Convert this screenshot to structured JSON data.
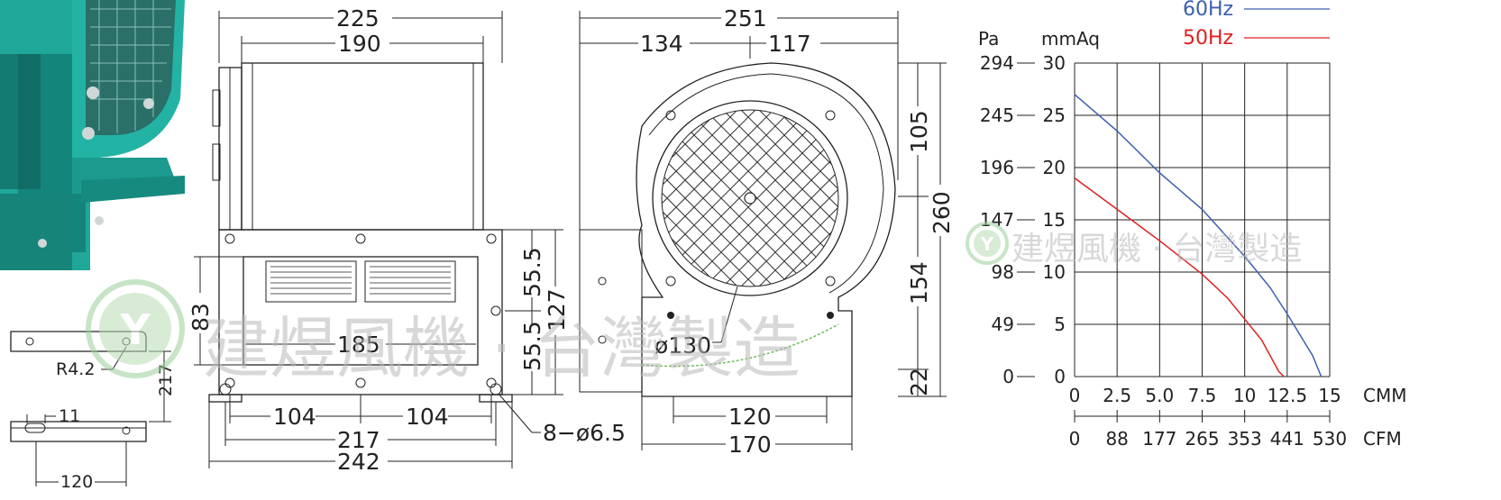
{
  "dimensions": {
    "side_total_width": "225",
    "side_body_width": "190",
    "side_height": "127",
    "side_upper": "55.5",
    "side_lower": "55.5",
    "side_outlet": "83",
    "side_outlet_width": "185",
    "side_hole_span_left": "104",
    "side_hole_span_right": "104",
    "side_base_span": "217",
    "side_base_total": "242",
    "side_holes": "8−ø6.5",
    "front_total_width": "251",
    "front_left": "134",
    "front_right": "117",
    "front_total_height": "260",
    "front_upper": "105",
    "front_lower": "154",
    "front_base": "22",
    "front_inlet": "ø130",
    "front_base_inner": "120",
    "front_base_outer": "170",
    "bracket_radius": "R4.2",
    "bracket_height": "217",
    "bracket_offset": "11",
    "bracket_span": "120"
  },
  "watermark": {
    "text": "建煜風機 · 台灣製造",
    "text_small": "建煜風機 · 台灣製造",
    "logo_letter": "Y"
  },
  "chart_data": {
    "type": "line",
    "left_axis_label": "Pa",
    "right_axis_label": "mmAq",
    "pa_ticks": [
      "294",
      "245",
      "196",
      "147",
      "98",
      "49",
      "0"
    ],
    "mmaq_ticks": [
      "30",
      "25",
      "20",
      "15",
      "10",
      "5",
      "0"
    ],
    "cmm_ticks": [
      "0",
      "2.5",
      "5.0",
      "7.5",
      "10",
      "12.5",
      "15"
    ],
    "cmm_unit": "CMM",
    "cfm_ticks": [
      "0",
      "88",
      "177",
      "265",
      "353",
      "441",
      "530"
    ],
    "cfm_unit": "CFM",
    "xlim": [
      0,
      15
    ],
    "ylim": [
      0,
      30
    ],
    "grid": true,
    "legend_position": "top-right",
    "series": [
      {
        "name": "60Hz",
        "color": "#3b5fb0",
        "x": [
          0,
          2.5,
          5,
          7.5,
          10,
          11.5,
          12.5,
          14,
          14.5
        ],
        "y": [
          27,
          23.5,
          19.5,
          16,
          11.5,
          8.5,
          6,
          2,
          0
        ]
      },
      {
        "name": "50Hz",
        "color": "#e02020",
        "x": [
          0,
          2.5,
          5,
          7.5,
          9,
          10,
          11,
          12,
          12.3
        ],
        "y": [
          19,
          16,
          13,
          9.8,
          7.5,
          5.5,
          3.5,
          0.5,
          0
        ]
      }
    ]
  }
}
